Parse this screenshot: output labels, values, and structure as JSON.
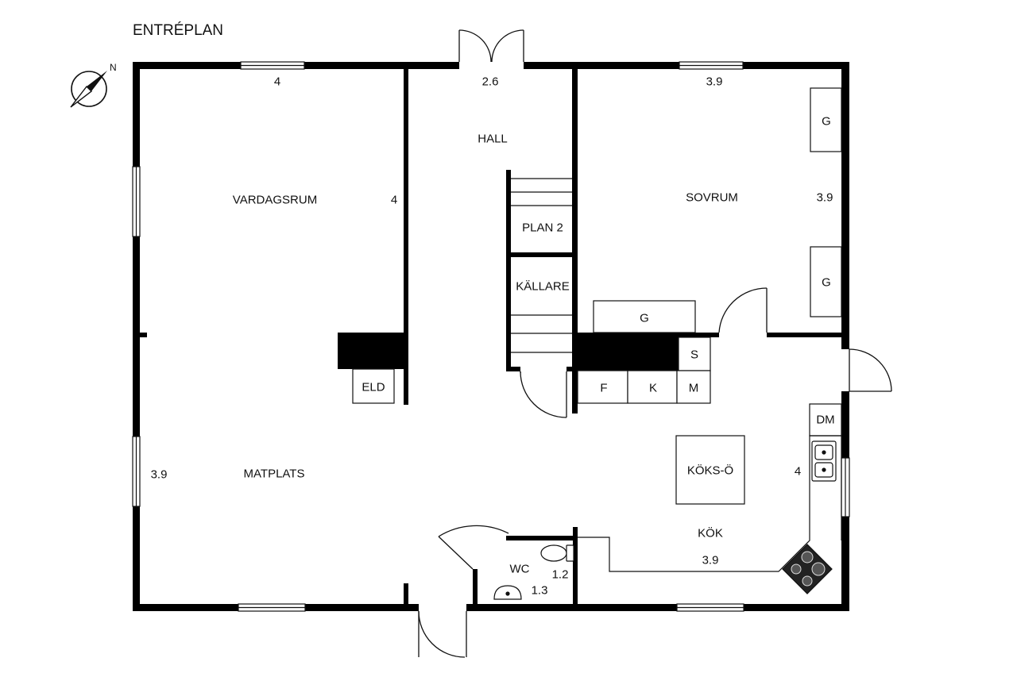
{
  "title": "ENTRÉPLAN",
  "compass": {
    "north_label": "N"
  },
  "rooms": {
    "vardagsrum": "VARDAGSRUM",
    "matplats": "MATPLATS",
    "hall": "HALL",
    "plan2": "PLAN 2",
    "kallare": "KÄLLARE",
    "sovrum": "SOVRUM",
    "kok": "KÖK",
    "wc": "WC"
  },
  "fixtures": {
    "eld": "ELD",
    "koksO": "KÖKS-Ö",
    "dm": "DM",
    "g": "G",
    "f": "F",
    "k": "K",
    "m": "M",
    "s": "S"
  },
  "dimensions": {
    "vardagsrum_width": "4",
    "vardagsrum_depth": "4",
    "hall_width": "2.6",
    "sovrum_width": "3.9",
    "sovrum_depth": "3.9",
    "matplats_depth": "3.9",
    "kok_depth": "4",
    "kok_width": "3.9",
    "wc_depth": "1.2",
    "wc_width": "1.3"
  }
}
